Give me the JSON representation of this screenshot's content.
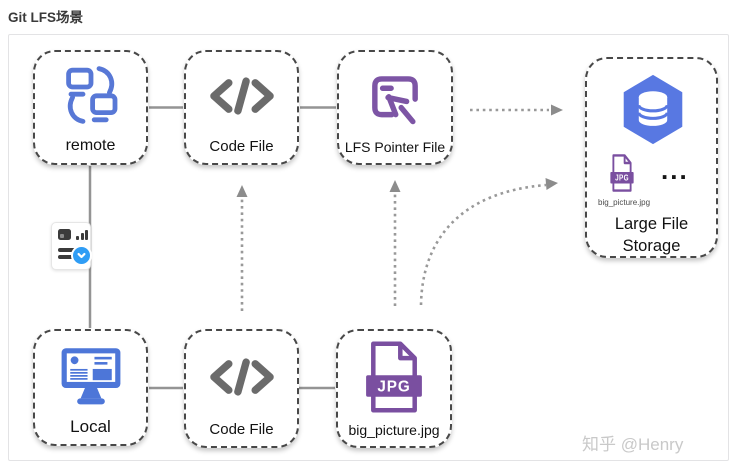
{
  "page": {
    "title": "Git LFS场景",
    "watermark": "知乎 @Henry"
  },
  "colors": {
    "node_blue": "#5878D6",
    "hexagon_blue": "#5878E2",
    "badge_blue": "#2F9DF5",
    "purple": "#7D55A5",
    "jpg_purple": "#7A4FA0",
    "icon_gray": "#6B6B6B",
    "connector_gray": "#999999"
  },
  "icons": {
    "remote": "sync-screens-icon",
    "code_file": "code-brackets-icon",
    "lfs_pointer_file": "window-cursor-icon",
    "large_file_storage": "database-hexagon-icon",
    "local": "desktop-monitor-icon",
    "big_picture": "jpg-file-icon",
    "commit_badge": "document-check-icon"
  },
  "nodes": {
    "remote": {
      "label": "remote"
    },
    "code_file_top": {
      "label": "Code File"
    },
    "lfs_pointer_file": {
      "label": "LFS Pointer File"
    },
    "large_file_storage": {
      "label": "Large File Storage",
      "stored_file": "big_picture.jpg",
      "more_indicator": "..."
    },
    "local": {
      "label": "Local"
    },
    "code_file_bottom": {
      "label": "Code File"
    },
    "big_picture": {
      "label": "big_picture.jpg"
    }
  },
  "jpg_badge": "JPG"
}
